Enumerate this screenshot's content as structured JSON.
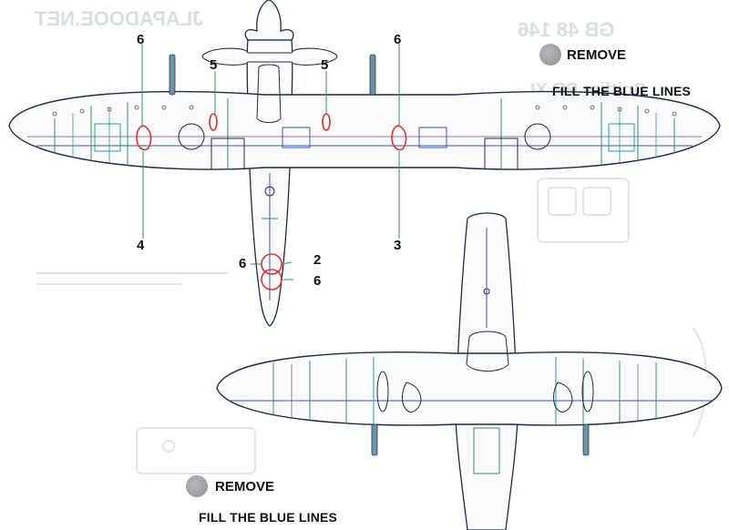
{
  "callouts": {
    "c6_top_left": "6",
    "c5_left": "5",
    "c5_right": "5",
    "c6_top_right": "6",
    "c4": "4",
    "c3": "3",
    "c6_center_left": "6",
    "c2": "2",
    "c6_center_right": "6"
  },
  "legend_top": {
    "remove_label": "REMOVE",
    "fill_label": "FILL THE BLUE LINES"
  },
  "legend_bottom": {
    "remove_label": "REMOVE",
    "fill_label": "FILL THE BLUE LINES"
  },
  "colors": {
    "remove_swatch": "#9b9b9f",
    "callout_red": "#e0302a",
    "panel_blue": "#2b56c8",
    "panel_green": "#2a9a4a",
    "panel_teal": "#1aa3a3",
    "panel_purple": "#7a3fa0",
    "outline": "#1f2a44",
    "ghost_text": "#d9dde4"
  },
  "icons": [
    "remove-swatch-icon"
  ]
}
